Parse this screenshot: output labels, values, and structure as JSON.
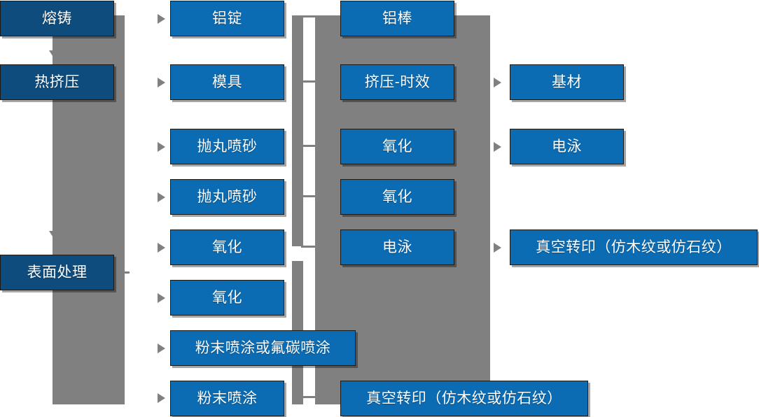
{
  "diagram": {
    "type": "process-flowchart",
    "title": "",
    "colors": {
      "box_blue": "#0b6cb4",
      "box_dark_blue": "#0d4c7c",
      "connector_gray": "#808080",
      "box_border": "#1a1a1a",
      "text": "#ffffff",
      "background": "#ffffff"
    },
    "stages": [
      {
        "name": "stage-1-casting",
        "label": "熔铸",
        "style": "dark"
      },
      {
        "name": "stage-2-hot-extrusion",
        "label": "热挤压",
        "style": "dark"
      },
      {
        "name": "stage-3-surface-treatment",
        "label": "表面处理",
        "style": "dark"
      }
    ],
    "column2": [
      {
        "name": "aluminum-ingot",
        "label": "铝锭"
      },
      {
        "name": "mold",
        "label": "模具"
      },
      {
        "name": "shot-blasting-1",
        "label": "抛丸喷砂"
      },
      {
        "name": "shot-blasting-2",
        "label": "抛丸喷砂"
      },
      {
        "name": "oxidation-1",
        "label": "氧化"
      },
      {
        "name": "oxidation-2",
        "label": "氧化"
      },
      {
        "name": "powder-or-fluorocarbon",
        "label": "粉末喷涂或氟碳喷涂"
      },
      {
        "name": "powder-coating",
        "label": "粉末喷涂"
      }
    ],
    "column3": [
      {
        "name": "aluminum-bar",
        "label": "铝棒"
      },
      {
        "name": "extrusion-aging",
        "label": "挤压-时效"
      },
      {
        "name": "oxidation-3",
        "label": "氧化"
      },
      {
        "name": "oxidation-4",
        "label": "氧化"
      },
      {
        "name": "electrophoresis-1",
        "label": "电泳"
      },
      {
        "name": "vacuum-transfer-printing-1",
        "label": "真空转印（仿木纹或仿石纹）"
      }
    ],
    "column4": [
      {
        "name": "base-material",
        "label": "基材"
      },
      {
        "name": "electrophoresis-2",
        "label": "电泳"
      },
      {
        "name": "vacuum-transfer-printing-2",
        "label": "真空转印（仿木纹或仿石纹）"
      }
    ]
  }
}
